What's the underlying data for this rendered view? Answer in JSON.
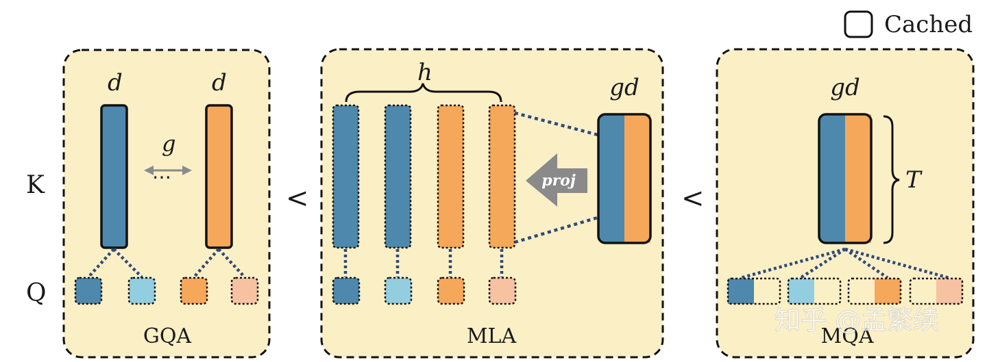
{
  "legend": {
    "label": "Cached"
  },
  "row_labels": {
    "k": "K",
    "q": "Q"
  },
  "comparators": {
    "first": "<",
    "second": "<"
  },
  "panels": {
    "gqa": {
      "title": "GQA",
      "dim_left": "d",
      "dim_right": "d",
      "group_label": "g",
      "dots": "⋯"
    },
    "mla": {
      "title": "MLA",
      "brace_label": "h",
      "latent_label": "gd",
      "proj_label": "proj"
    },
    "mqa": {
      "title": "MQA",
      "dim_label": "gd",
      "length_label": "T"
    }
  },
  "watermark": "知乎 @孟繁续",
  "colors": {
    "panel_bg": "#fbefc6",
    "blue_dark": "#4e89ad",
    "blue_light": "#93cde0",
    "orange": "#f5a85a",
    "peach": "#f6c2a2",
    "arrow_gray": "#8a8a8a",
    "dot_line": "#2f4a78"
  }
}
